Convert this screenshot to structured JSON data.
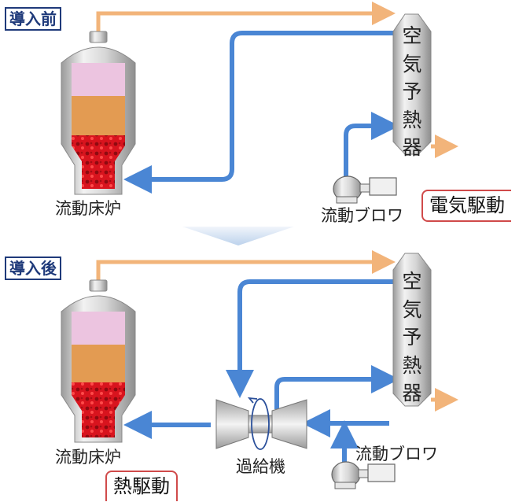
{
  "before": {
    "tag": "導入前",
    "furnace_label": "流動床炉",
    "preheater_chars": [
      "空",
      "気",
      "予",
      "熱",
      "器"
    ],
    "blower_label": "流動ブロワ",
    "callout": "電気駆動"
  },
  "after": {
    "tag": "導入後",
    "furnace_label": "流動床炉",
    "preheater_chars": [
      "空",
      "気",
      "予",
      "熱",
      "器"
    ],
    "turbo_label": "過給機",
    "blower_label": "流動ブロワ",
    "callout": "熱駆動"
  },
  "colors": {
    "air_flow": "#4a86d4",
    "exhaust_flow": "#f2b47a",
    "bed": "#d8141e",
    "furnace_middle": "#e39b52",
    "furnace_top": "#ecc4e0",
    "tag_border": "#1f3a7a",
    "callout_border": "#d04a4a"
  }
}
